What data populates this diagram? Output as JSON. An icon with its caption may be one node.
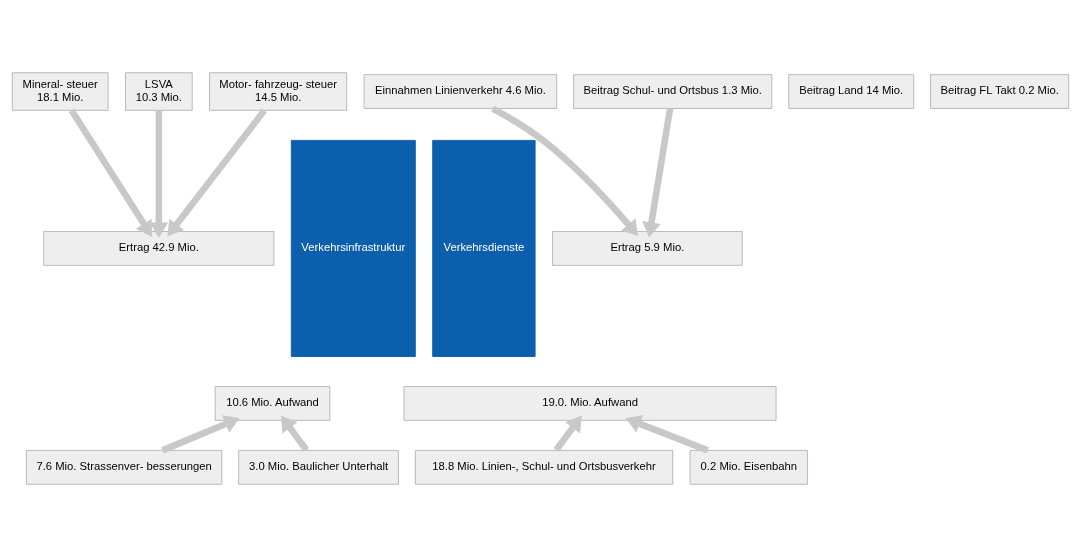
{
  "diagram": {
    "nodes": [
      {
        "text": [
          "Mineral- steuer",
          "18.1 Mio."
        ]
      },
      {
        "text": [
          "LSVA",
          "10.3 Mio."
        ]
      },
      {
        "text": [
          "Motor- fahrzeug- steuer",
          "14.5 Mio."
        ]
      },
      {
        "text": [
          "Ertrag 42.9 Mio."
        ]
      },
      {
        "text": [
          "10.6 Mio. Aufwand"
        ]
      },
      {
        "text": [
          "7.6 Mio. Strassenver- besserungen"
        ]
      },
      {
        "text": [
          "3.0 Mio. Baulicher Unterhalt"
        ]
      },
      {
        "text": [
          "Verkehrsinfrastruktur"
        ]
      },
      {
        "text": [
          "Verkehrsdienste"
        ]
      },
      {
        "text": [
          "Einnahmen Linienverkehr 4.6 Mio."
        ]
      },
      {
        "text": [
          "Beitrag Schul- und Ortsbus 1.3 Mio."
        ]
      },
      {
        "text": [
          "Beitrag Land 14 Mio."
        ]
      },
      {
        "text": [
          "Beitrag FL Takt 0.2 Mio."
        ]
      },
      {
        "text": [
          "Ertrag 5.9 Mio."
        ]
      },
      {
        "text": [
          "19.0. Mio. Aufwand"
        ]
      },
      {
        "text": [
          "18.8 Mio. Linien-, Schul- und Ortsbusverkehr"
        ]
      },
      {
        "text": [
          "0.2 Mio. Eisenbahn"
        ]
      }
    ],
    "edges": [
      {
        "from": 0,
        "to": 3,
        "arrow": "to"
      },
      {
        "from": 1,
        "to": 3,
        "arrow": "to"
      },
      {
        "from": 2,
        "to": 3,
        "arrow": "to"
      },
      {
        "from": 5,
        "to": 4,
        "arrow": "to"
      },
      {
        "from": 6,
        "to": 4,
        "arrow": "to"
      },
      {
        "from": 9,
        "to": 13,
        "arrow": "to"
      },
      {
        "from": 10,
        "to": 13,
        "arrow": "to"
      },
      {
        "from": 15,
        "to": 14,
        "arrow": "to"
      },
      {
        "from": 16,
        "to": 14,
        "arrow": "to"
      }
    ]
  }
}
